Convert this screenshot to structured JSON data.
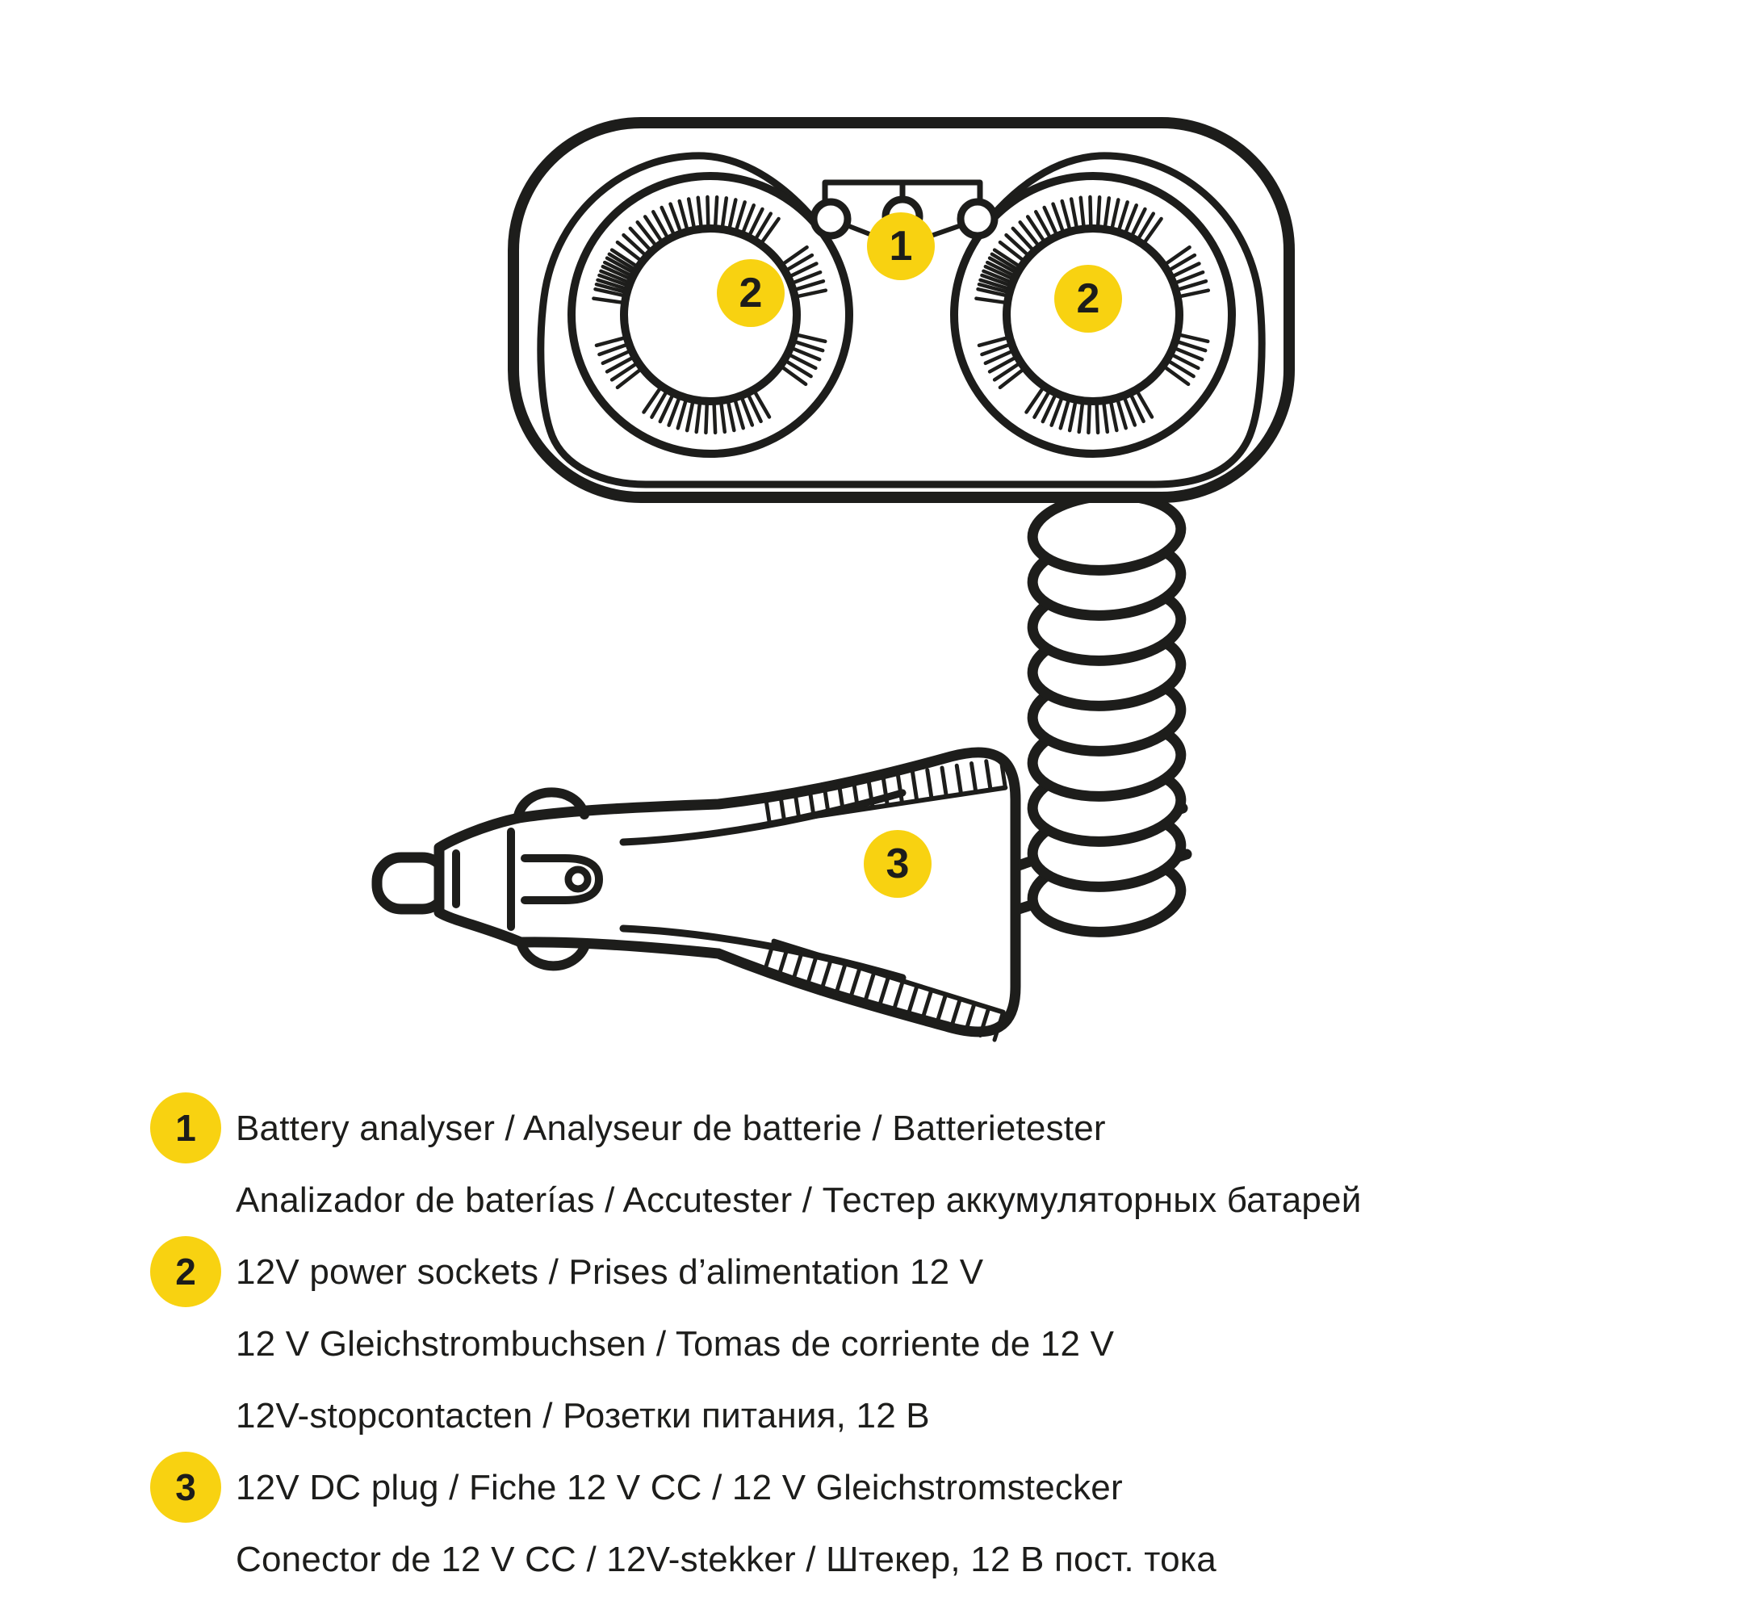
{
  "colors": {
    "accent_yellow": "#F8D211",
    "line_black": "#1d1d1b",
    "background": "#ffffff"
  },
  "diagram": {
    "badges": [
      {
        "label": "1"
      },
      {
        "label": "2"
      },
      {
        "label": "2"
      },
      {
        "label": "3"
      }
    ]
  },
  "legend": {
    "items": [
      {
        "num": "1",
        "lines": [
          "Battery analyser / Analyseur de batterie / Batterietester",
          "Analizador de baterías / Accutester / Тестер аккумуляторных батарей"
        ]
      },
      {
        "num": "2",
        "lines": [
          "12V power sockets / Prises d’alimentation 12 V",
          "12 V Gleichstrombuchsen / Tomas de corriente de 12 V",
          "12V-stopcontacten / Розетки питания, 12 В"
        ]
      },
      {
        "num": "3",
        "lines": [
          "12V DC plug / Fiche 12 V CC / 12 V Gleichstromstecker",
          "Conector de 12 V CC / 12V-stekker / Штекер, 12 В пост. тока"
        ]
      }
    ]
  }
}
